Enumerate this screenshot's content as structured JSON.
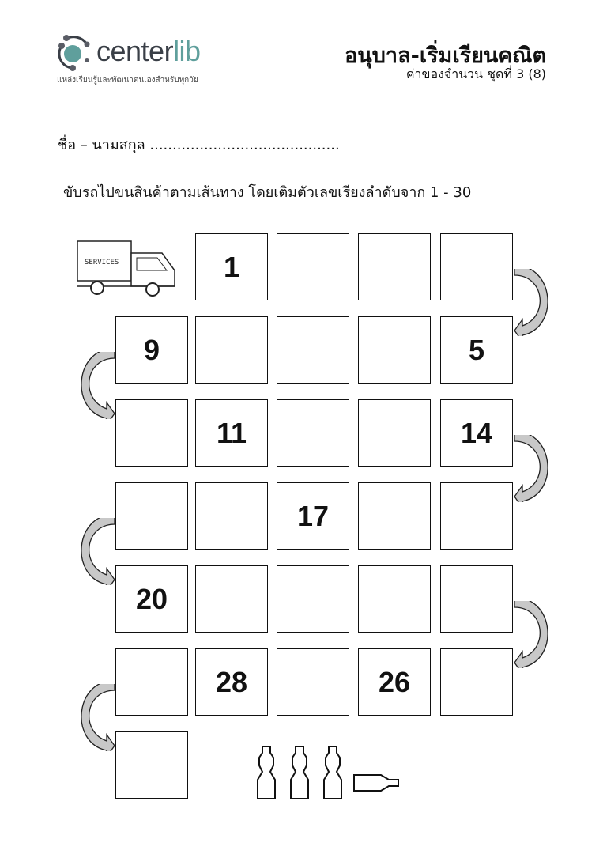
{
  "header": {
    "logo_main": "center",
    "logo_accent": "lib",
    "tagline": "แหล่งเรียนรู้และพัฒนาตนเองสำหรับทุกวัย",
    "title": "อนุบาล-เริ่มเรียนคณิต",
    "subtitle": "ค่าของจำนวน ชุดที่ 3 (8)"
  },
  "name_line": "ชื่อ – นามสกุล ..........................................",
  "instruction": "ขับรถไปขนสินค้าตามเส้นทาง โดยเติมตัวเลขเรียงลำดับจาก 1 - 30",
  "truck_label": "SERVICES",
  "grid": [
    [
      "1",
      "",
      "",
      ""
    ],
    [
      "9",
      "",
      "",
      "",
      "5"
    ],
    [
      "",
      "11",
      "",
      "",
      "14"
    ],
    [
      "",
      "",
      "17",
      "",
      ""
    ],
    [
      "20",
      "",
      "",
      "",
      ""
    ],
    [
      "",
      "28",
      "",
      "26",
      ""
    ],
    [
      ""
    ]
  ],
  "colors": {
    "logo_accent": "#5f9f9c",
    "arrow_fill": "#c8c8c8"
  }
}
